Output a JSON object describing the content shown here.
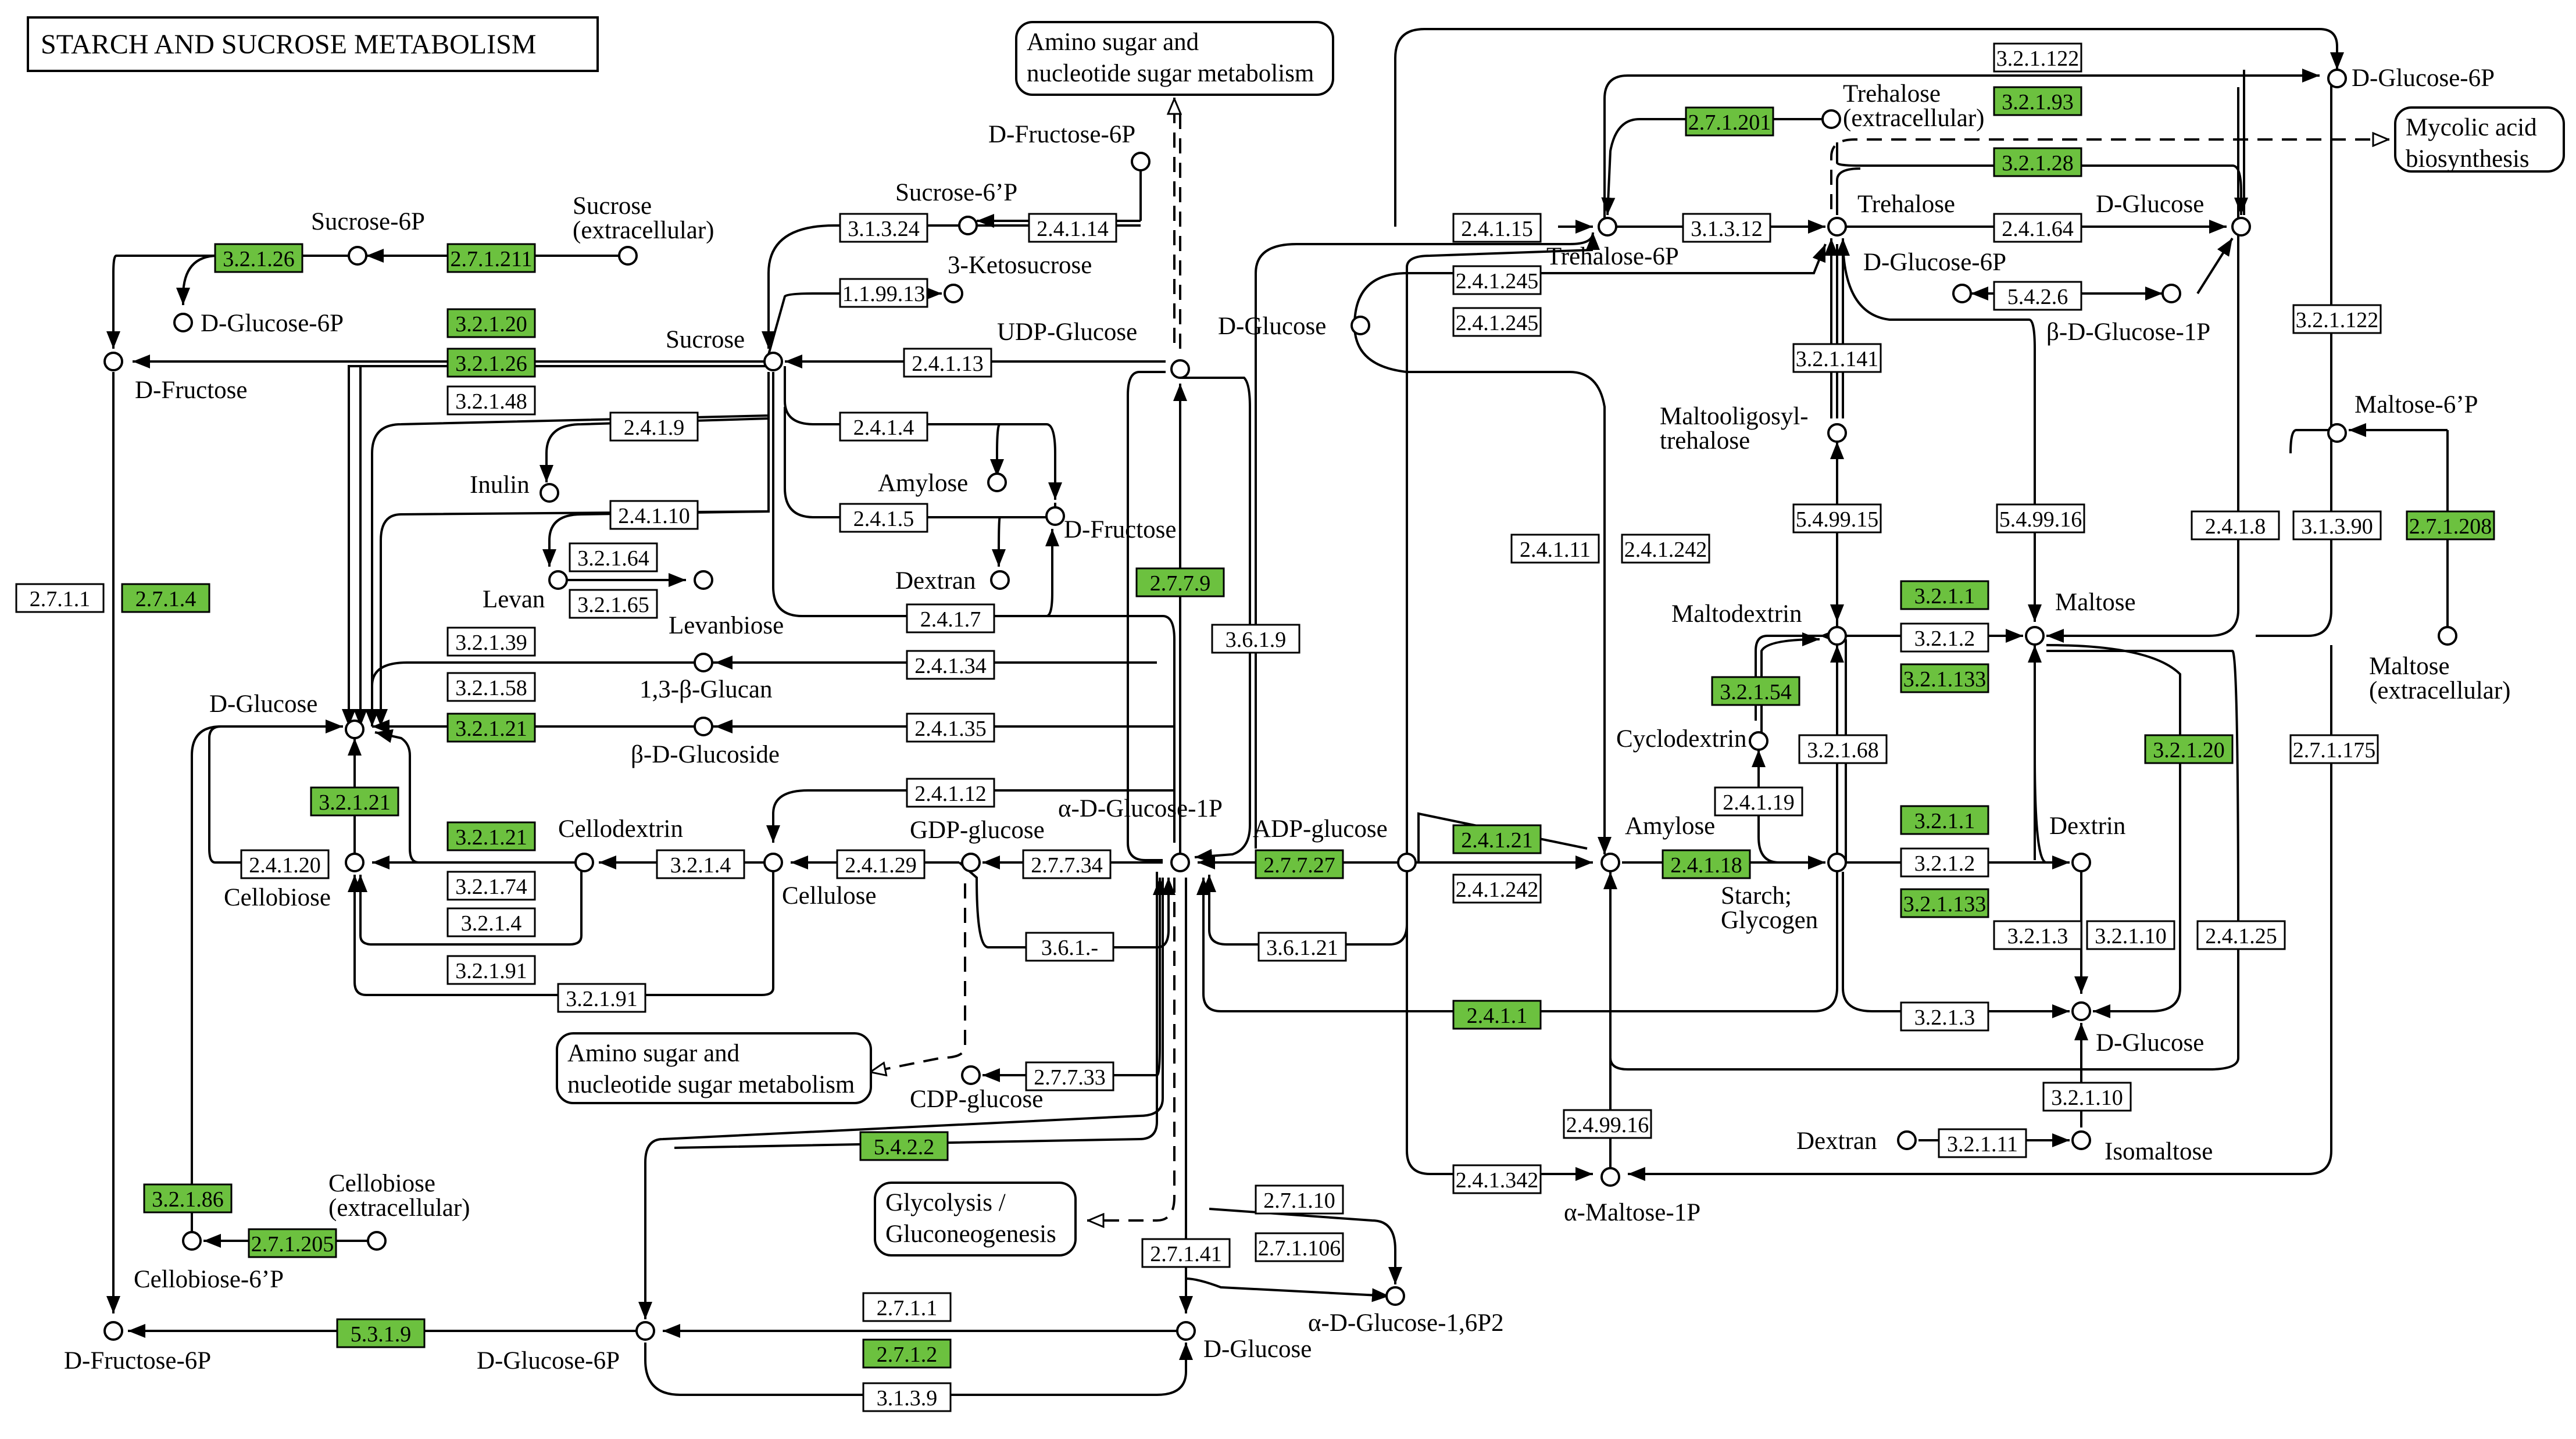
{
  "title": "STARCH AND SUCROSE METABOLISM",
  "colors": {
    "highlight": "#6cc13f",
    "plain": "#ffffff",
    "line": "#000000"
  },
  "maps": [
    {
      "id": "m1",
      "lines": [
        "Amino sugar and",
        "nucleotide sugar metabolism"
      ]
    },
    {
      "id": "m2",
      "lines": [
        "Mycolic acid",
        "biosynthesis"
      ]
    },
    {
      "id": "m3",
      "lines": [
        "Amino sugar and",
        "nucleotide sugar metabolism"
      ]
    },
    {
      "id": "m4",
      "lines": [
        "Glycolysis /",
        "Gluconeogenesis"
      ]
    }
  ],
  "compounds": [
    {
      "id": "sucrose6p",
      "lines": [
        "Sucrose-6P"
      ]
    },
    {
      "id": "sucrose_ext",
      "lines": [
        "Sucrose",
        "(extracellular)"
      ]
    },
    {
      "id": "dglc6p_a",
      "lines": [
        "D-Glucose-6P"
      ]
    },
    {
      "id": "dfructose_a",
      "lines": [
        "D-Fructose"
      ]
    },
    {
      "id": "dfructose6p_top",
      "lines": [
        "D-Fructose-6P"
      ]
    },
    {
      "id": "sucrose6p2",
      "lines": [
        "Sucrose-6’P"
      ]
    },
    {
      "id": "ketosucrose",
      "lines": [
        "3-Ketosucrose"
      ]
    },
    {
      "id": "sucrose",
      "lines": [
        "Sucrose"
      ]
    },
    {
      "id": "udpglc",
      "lines": [
        "UDP-Glucose"
      ]
    },
    {
      "id": "inulin",
      "lines": [
        "Inulin"
      ]
    },
    {
      "id": "amylose_a",
      "lines": [
        "Amylose"
      ]
    },
    {
      "id": "dfructose_b",
      "lines": [
        "D-Fructose"
      ]
    },
    {
      "id": "levan",
      "lines": [
        "Levan"
      ]
    },
    {
      "id": "levanbiose",
      "lines": [
        "Levanbiose"
      ]
    },
    {
      "id": "dextran_a",
      "lines": [
        "Dextran"
      ]
    },
    {
      "id": "dglucose_a",
      "lines": [
        "D-Glucose"
      ]
    },
    {
      "id": "glucan",
      "lines": [
        "1,3-β-Glucan"
      ]
    },
    {
      "id": "bglucoside",
      "lines": [
        "β-D-Glucoside"
      ]
    },
    {
      "id": "cellobiose",
      "lines": [
        "Cellobiose"
      ]
    },
    {
      "id": "cellodextrin",
      "lines": [
        "Cellodextrin"
      ]
    },
    {
      "id": "cellulose",
      "lines": [
        "Cellulose"
      ]
    },
    {
      "id": "gdpglc",
      "lines": [
        "GDP-glucose"
      ]
    },
    {
      "id": "aglc1p",
      "lines": [
        "α-D-Glucose-1P"
      ]
    },
    {
      "id": "adpglc",
      "lines": [
        "ADP-glucose"
      ]
    },
    {
      "id": "cdpglc",
      "lines": [
        "CDP-glucose"
      ]
    },
    {
      "id": "cellobiose_ext",
      "lines": [
        "Cellobiose",
        "(extracellular)"
      ]
    },
    {
      "id": "cellobiose6p",
      "lines": [
        "Cellobiose-6’P"
      ]
    },
    {
      "id": "dfructose6p_b",
      "lines": [
        "D-Fructose-6P"
      ]
    },
    {
      "id": "dglc6p_b",
      "lines": [
        "D-Glucose-6P"
      ]
    },
    {
      "id": "dglucose_b",
      "lines": [
        "D-Glucose"
      ]
    },
    {
      "id": "aglc16p2",
      "lines": [
        "α-D-Glucose-1,6P2"
      ]
    },
    {
      "id": "dglucose_c",
      "lines": [
        "D-Glucose"
      ]
    },
    {
      "id": "trehalose6p",
      "lines": [
        "Trehalose-6P"
      ]
    },
    {
      "id": "trehalose_ext",
      "lines": [
        "Trehalose",
        "(extracellular)"
      ]
    },
    {
      "id": "trehalose",
      "lines": [
        "Trehalose"
      ]
    },
    {
      "id": "dglc6p_c",
      "lines": [
        "D-Glucose-6P"
      ]
    },
    {
      "id": "dglucose_d",
      "lines": [
        "D-Glucose"
      ]
    },
    {
      "id": "dglc6p_d",
      "lines": [
        "D-Glucose-6P"
      ]
    },
    {
      "id": "bglc1p",
      "lines": [
        "β-D-Glucose-1P"
      ]
    },
    {
      "id": "maltooligo",
      "lines": [
        "Maltooligosyl-",
        "trehalose"
      ]
    },
    {
      "id": "maltose6p",
      "lines": [
        "Maltose-6’P"
      ]
    },
    {
      "id": "maltodextrin",
      "lines": [
        "Maltodextrin"
      ]
    },
    {
      "id": "maltose",
      "lines": [
        "Maltose"
      ]
    },
    {
      "id": "maltose_ext",
      "lines": [
        "Maltose",
        "(extracellular)"
      ]
    },
    {
      "id": "cyclodextrin",
      "lines": [
        "Cyclodextrin"
      ]
    },
    {
      "id": "amylose_b",
      "lines": [
        "Amylose"
      ]
    },
    {
      "id": "starch",
      "lines": [
        "Starch;",
        "Glycogen"
      ]
    },
    {
      "id": "dextrin",
      "lines": [
        "Dextrin"
      ]
    },
    {
      "id": "dglucose_e",
      "lines": [
        "D-Glucose"
      ]
    },
    {
      "id": "dextran_b",
      "lines": [
        "Dextran"
      ]
    },
    {
      "id": "isomaltose",
      "lines": [
        "Isomaltose"
      ]
    },
    {
      "id": "amaltose1p",
      "lines": [
        "α-Maltose-1P"
      ]
    }
  ],
  "enzymes": [
    {
      "id": "e01",
      "label": "3.2.1.26",
      "highlighted": true
    },
    {
      "id": "e02",
      "label": "2.7.1.211",
      "highlighted": true
    },
    {
      "id": "e03",
      "label": "3.2.1.20",
      "highlighted": true
    },
    {
      "id": "e04",
      "label": "3.2.1.26",
      "highlighted": true
    },
    {
      "id": "e05",
      "label": "3.2.1.48",
      "highlighted": false
    },
    {
      "id": "e06",
      "label": "2.7.1.1",
      "highlighted": false
    },
    {
      "id": "e07",
      "label": "2.7.1.4",
      "highlighted": true
    },
    {
      "id": "e08",
      "label": "3.1.3.24",
      "highlighted": false
    },
    {
      "id": "e09",
      "label": "2.4.1.14",
      "highlighted": false
    },
    {
      "id": "e10",
      "label": "1.1.99.13",
      "highlighted": false
    },
    {
      "id": "e11",
      "label": "2.4.1.13",
      "highlighted": false
    },
    {
      "id": "e12",
      "label": "2.4.1.9",
      "highlighted": false
    },
    {
      "id": "e13",
      "label": "2.4.1.4",
      "highlighted": false
    },
    {
      "id": "e14",
      "label": "2.4.1.10",
      "highlighted": false
    },
    {
      "id": "e15",
      "label": "2.4.1.5",
      "highlighted": false
    },
    {
      "id": "e16",
      "label": "3.2.1.64",
      "highlighted": false
    },
    {
      "id": "e17",
      "label": "3.2.1.65",
      "highlighted": false
    },
    {
      "id": "e18",
      "label": "2.4.1.7",
      "highlighted": false
    },
    {
      "id": "e19",
      "label": "3.2.1.39",
      "highlighted": false
    },
    {
      "id": "e20",
      "label": "2.4.1.34",
      "highlighted": false
    },
    {
      "id": "e21",
      "label": "3.2.1.58",
      "highlighted": false
    },
    {
      "id": "e22",
      "label": "3.2.1.21",
      "highlighted": true
    },
    {
      "id": "e23",
      "label": "2.4.1.35",
      "highlighted": false
    },
    {
      "id": "e24",
      "label": "3.2.1.21",
      "highlighted": true
    },
    {
      "id": "e25",
      "label": "2.4.1.12",
      "highlighted": false
    },
    {
      "id": "e26",
      "label": "3.2.1.21",
      "highlighted": true
    },
    {
      "id": "e27",
      "label": "2.4.1.20",
      "highlighted": false
    },
    {
      "id": "e28",
      "label": "3.2.1.74",
      "highlighted": false
    },
    {
      "id": "e29",
      "label": "3.2.1.4",
      "highlighted": false
    },
    {
      "id": "e30",
      "label": "3.2.1.4",
      "highlighted": false
    },
    {
      "id": "e31",
      "label": "3.2.1.91",
      "highlighted": false
    },
    {
      "id": "e32",
      "label": "3.2.1.91",
      "highlighted": false
    },
    {
      "id": "e33",
      "label": "2.4.1.29",
      "highlighted": false
    },
    {
      "id": "e34",
      "label": "2.7.7.34",
      "highlighted": false
    },
    {
      "id": "e35",
      "label": "3.6.1.-",
      "highlighted": false
    },
    {
      "id": "e36",
      "label": "2.7.7.33",
      "highlighted": false
    },
    {
      "id": "e37",
      "label": "2.7.7.9",
      "highlighted": true
    },
    {
      "id": "e38",
      "label": "3.6.1.9",
      "highlighted": false
    },
    {
      "id": "e39",
      "label": "2.7.7.27",
      "highlighted": true
    },
    {
      "id": "e40",
      "label": "3.6.1.21",
      "highlighted": false
    },
    {
      "id": "e41",
      "label": "5.4.2.2",
      "highlighted": true
    },
    {
      "id": "e42",
      "label": "3.2.1.86",
      "highlighted": true
    },
    {
      "id": "e43",
      "label": "2.7.1.205",
      "highlighted": true
    },
    {
      "id": "e44",
      "label": "5.3.1.9",
      "highlighted": true
    },
    {
      "id": "e45",
      "label": "2.7.1.1",
      "highlighted": false
    },
    {
      "id": "e46",
      "label": "2.7.1.2",
      "highlighted": true
    },
    {
      "id": "e47",
      "label": "3.1.3.9",
      "highlighted": false
    },
    {
      "id": "e48",
      "label": "2.7.1.41",
      "highlighted": false
    },
    {
      "id": "e49",
      "label": "2.7.1.10",
      "highlighted": false
    },
    {
      "id": "e50",
      "label": "2.7.1.106",
      "highlighted": false
    },
    {
      "id": "e51",
      "label": "2.4.1.15",
      "highlighted": false
    },
    {
      "id": "e52",
      "label": "3.1.3.12",
      "highlighted": false
    },
    {
      "id": "e53",
      "label": "2.4.1.245",
      "highlighted": false
    },
    {
      "id": "e54",
      "label": "2.4.1.245",
      "highlighted": false
    },
    {
      "id": "e55",
      "label": "2.7.1.201",
      "highlighted": true
    },
    {
      "id": "e56",
      "label": "3.2.1.93",
      "highlighted": true
    },
    {
      "id": "e57",
      "label": "3.2.1.122",
      "highlighted": false
    },
    {
      "id": "e58",
      "label": "3.2.1.28",
      "highlighted": true
    },
    {
      "id": "e59",
      "label": "2.4.1.64",
      "highlighted": false
    },
    {
      "id": "e60",
      "label": "5.4.2.6",
      "highlighted": false
    },
    {
      "id": "e61",
      "label": "3.2.1.122",
      "highlighted": false
    },
    {
      "id": "e62",
      "label": "3.2.1.141",
      "highlighted": false
    },
    {
      "id": "e63",
      "label": "5.4.99.15",
      "highlighted": false
    },
    {
      "id": "e64",
      "label": "5.4.99.16",
      "highlighted": false
    },
    {
      "id": "e65",
      "label": "2.4.1.11",
      "highlighted": false
    },
    {
      "id": "e66",
      "label": "2.4.1.242",
      "highlighted": false
    },
    {
      "id": "e67",
      "label": "2.4.1.8",
      "highlighted": false
    },
    {
      "id": "e68",
      "label": "3.1.3.90",
      "highlighted": false
    },
    {
      "id": "e69",
      "label": "2.7.1.208",
      "highlighted": true
    },
    {
      "id": "e70",
      "label": "3.2.1.1",
      "highlighted": true
    },
    {
      "id": "e71",
      "label": "3.2.1.2",
      "highlighted": false
    },
    {
      "id": "e72",
      "label": "3.2.1.133",
      "highlighted": true
    },
    {
      "id": "e73",
      "label": "3.2.1.54",
      "highlighted": true
    },
    {
      "id": "e74",
      "label": "3.2.1.68",
      "highlighted": false
    },
    {
      "id": "e75",
      "label": "2.4.1.19",
      "highlighted": false
    },
    {
      "id": "e76",
      "label": "2.4.1.21",
      "highlighted": true
    },
    {
      "id": "e77",
      "label": "2.4.1.242",
      "highlighted": false
    },
    {
      "id": "e78",
      "label": "2.4.1.18",
      "highlighted": true
    },
    {
      "id": "e79",
      "label": "3.2.1.20",
      "highlighted": true
    },
    {
      "id": "e80",
      "label": "2.7.1.175",
      "highlighted": false
    },
    {
      "id": "e81",
      "label": "3.2.1.1",
      "highlighted": true
    },
    {
      "id": "e82",
      "label": "3.2.1.2",
      "highlighted": false
    },
    {
      "id": "e83",
      "label": "3.2.1.133",
      "highlighted": true
    },
    {
      "id": "e84",
      "label": "3.2.1.3",
      "highlighted": false
    },
    {
      "id": "e85",
      "label": "3.2.1.10",
      "highlighted": false
    },
    {
      "id": "e86",
      "label": "2.4.1.25",
      "highlighted": false
    },
    {
      "id": "e87",
      "label": "3.2.1.3",
      "highlighted": false
    },
    {
      "id": "e88",
      "label": "2.4.1.1",
      "highlighted": true
    },
    {
      "id": "e89",
      "label": "3.2.1.10",
      "highlighted": false
    },
    {
      "id": "e90",
      "label": "3.2.1.11",
      "highlighted": false
    },
    {
      "id": "e91",
      "label": "2.4.99.16",
      "highlighted": false
    },
    {
      "id": "e92",
      "label": "2.4.1.342",
      "highlighted": false
    }
  ]
}
